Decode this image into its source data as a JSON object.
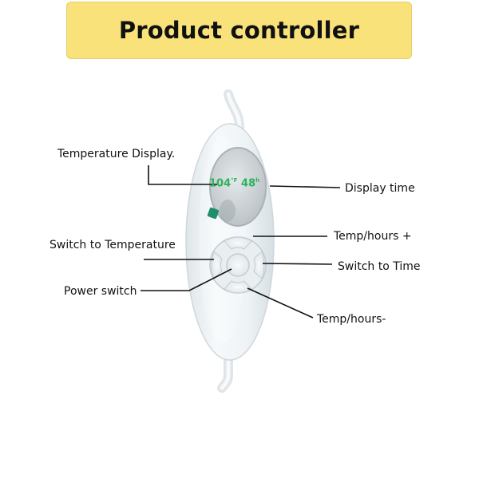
{
  "title": "Product controller",
  "display": {
    "temperature": "104",
    "temperature_unit": "°F",
    "time": "48",
    "time_unit": "h"
  },
  "labels": {
    "temperature_display": "Temperature Display.",
    "display_time": "Display time",
    "switch_to_temperature": "Switch to Temperature",
    "temp_hours_plus": "Temp/hours +",
    "switch_to_time": "Switch to Time",
    "power_switch": "Power switch",
    "temp_hours_minus": "Temp/hours-"
  },
  "colors": {
    "banner": "#f9e27a",
    "controller_body": "#eef3f6",
    "display_text": "#2bb35a",
    "indicator": "#1e8f6a"
  }
}
